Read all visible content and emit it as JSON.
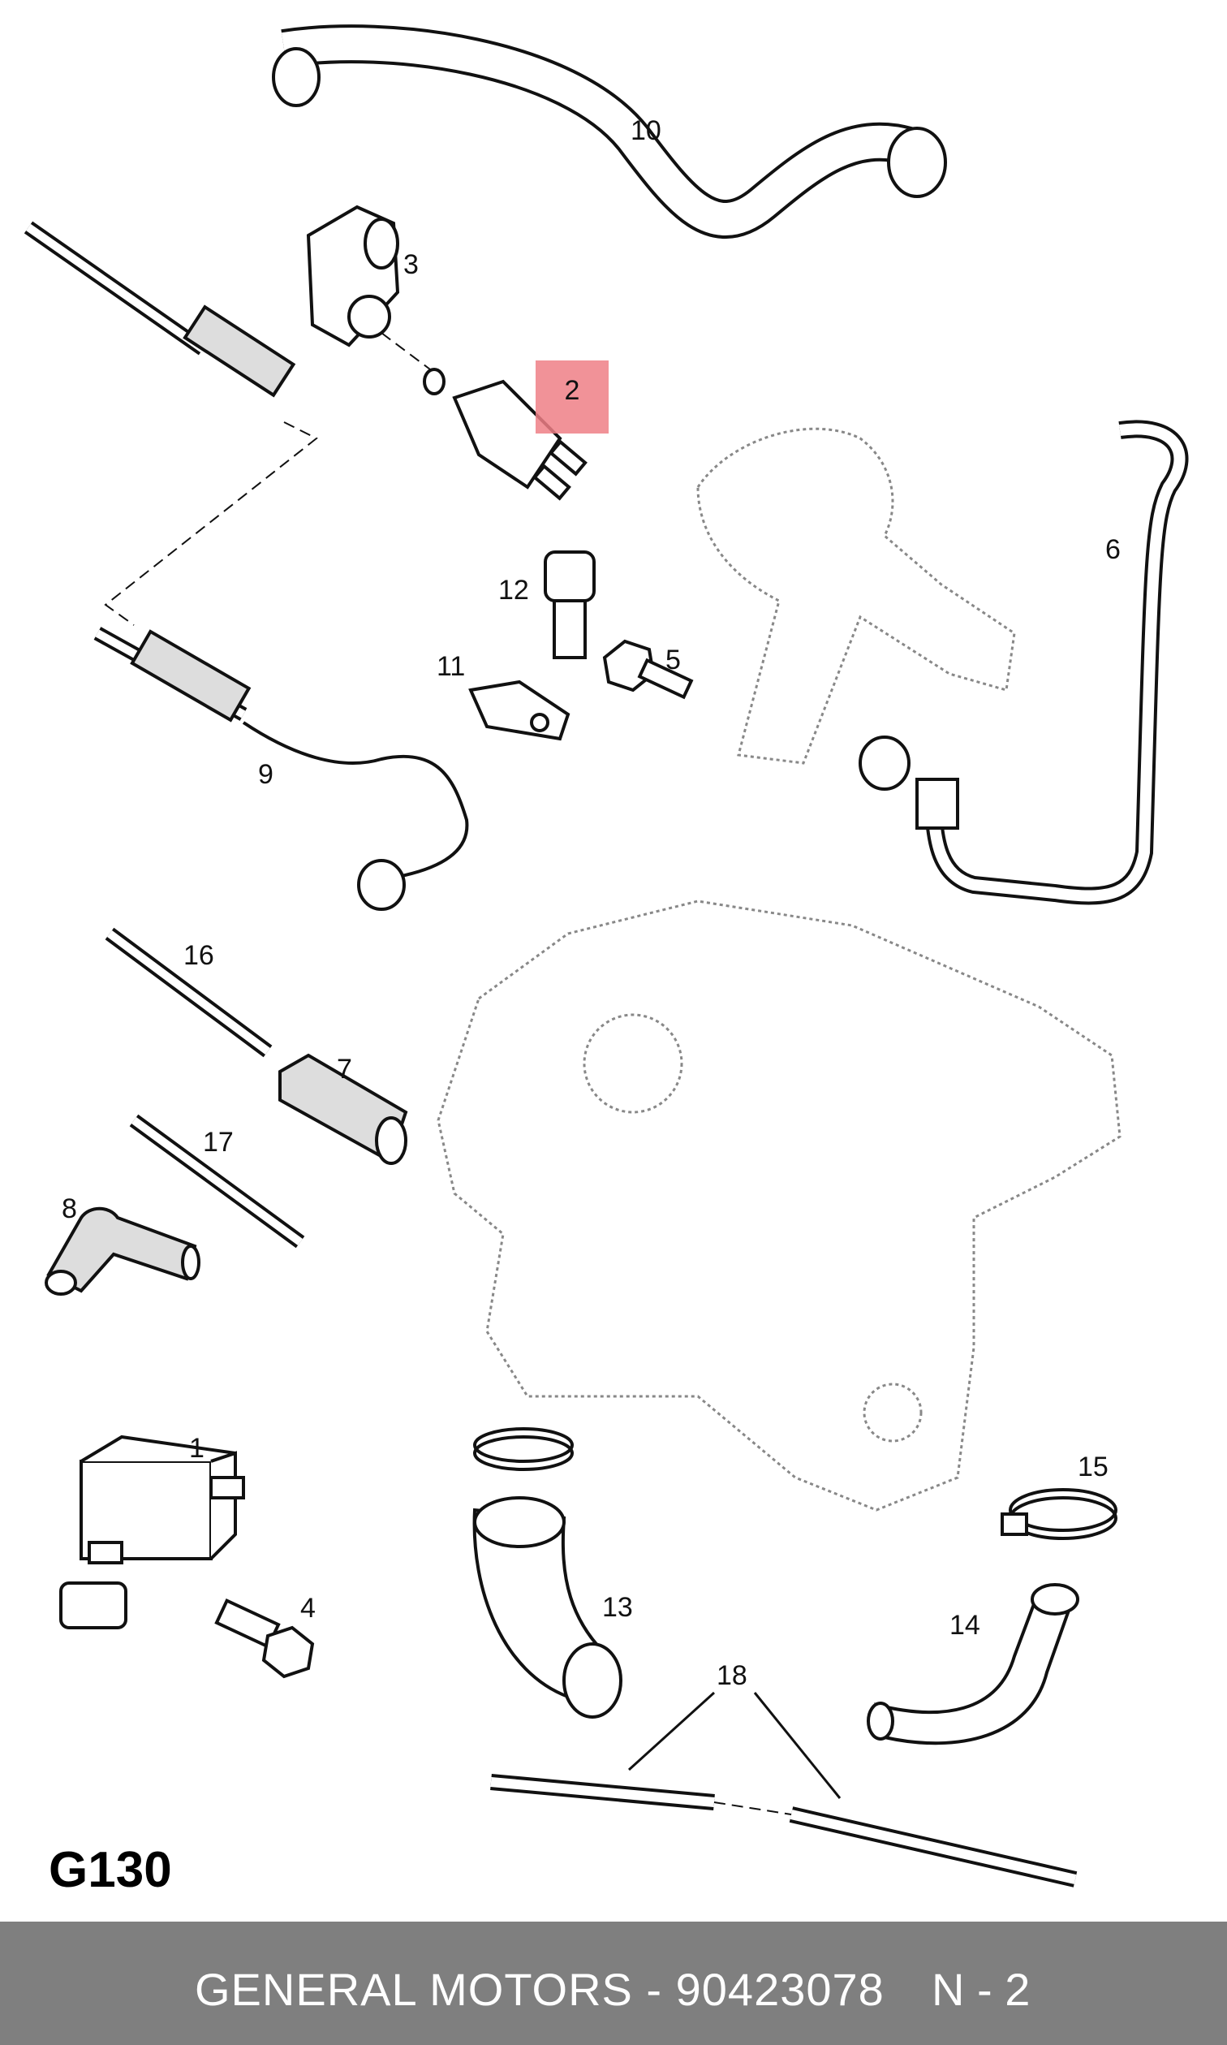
{
  "diagram": {
    "code": "G130",
    "highlighted_part": "2",
    "callouts": {
      "c1": "1",
      "c2": "2",
      "c3": "3",
      "c4": "4",
      "c5": "5",
      "c6": "6",
      "c7": "7",
      "c8": "8",
      "c9": "9",
      "c10": "10",
      "c11": "11",
      "c12": "12",
      "c13": "13",
      "c14": "14",
      "c15": "15",
      "c16": "16",
      "c17": "17",
      "c18": "18"
    }
  },
  "footer": {
    "brand_part": "GENERAL MOTORS - 90423078",
    "position": "N - 2"
  },
  "colors": {
    "highlight": "#ef7f86",
    "footer_bg": "#7f7f7f",
    "footer_text": "#ffffff"
  }
}
